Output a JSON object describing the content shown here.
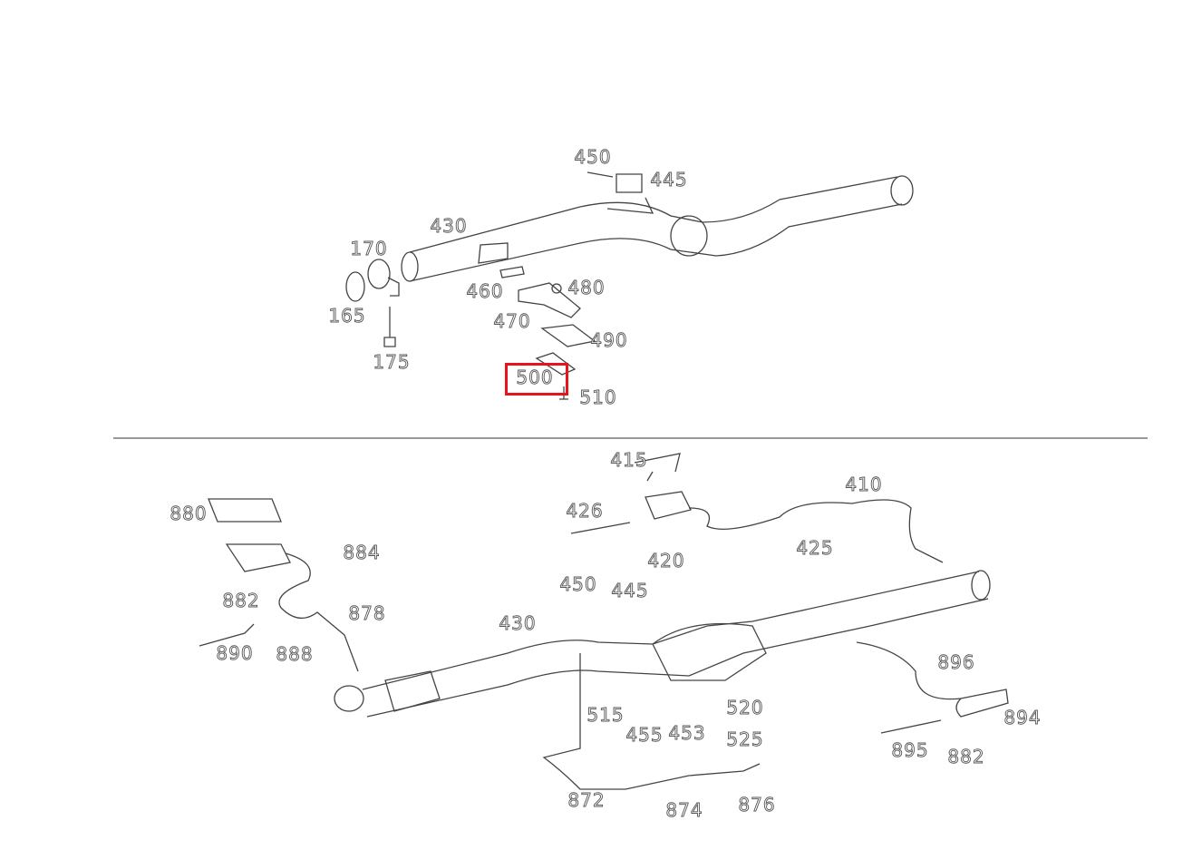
{
  "diagram": {
    "highlighted_part": "500",
    "top_section": {
      "labels": [
        "450",
        "445",
        "430",
        "170",
        "165",
        "460",
        "480",
        "470",
        "490",
        "175",
        "500",
        "510"
      ]
    },
    "bottom_section": {
      "labels": [
        "415",
        "410",
        "880",
        "426",
        "884",
        "425",
        "420",
        "882",
        "450",
        "445",
        "878",
        "430",
        "890",
        "888",
        "896",
        "520",
        "515",
        "894",
        "455",
        "453",
        "525",
        "895",
        "882",
        "872",
        "874",
        "876"
      ]
    },
    "colors": {
      "highlight": "#e8141b",
      "line": "#555555"
    }
  }
}
